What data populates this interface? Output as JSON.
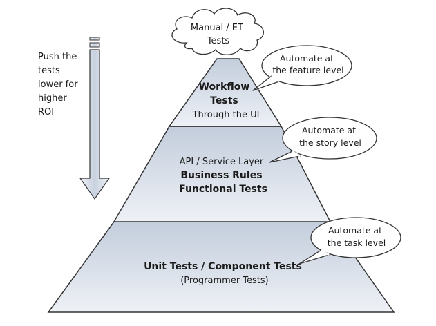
{
  "side_note": {
    "lines": [
      "Push the",
      "tests",
      "lower for",
      "higher",
      "ROI"
    ]
  },
  "cloud": {
    "lines": [
      "Manual / ET",
      "Tests"
    ]
  },
  "tiers": [
    {
      "lines": [
        {
          "text": "Workflow",
          "weight": "bold"
        },
        {
          "text": "Tests",
          "weight": "bold"
        },
        {
          "text": "Through the UI",
          "weight": "normal"
        }
      ]
    },
    {
      "lines": [
        {
          "text": "API / Service Layer",
          "weight": "normal"
        },
        {
          "text": "Business Rules",
          "weight": "bold"
        },
        {
          "text": "Functional Tests",
          "weight": "bold"
        }
      ]
    },
    {
      "lines": [
        {
          "text": "Unit Tests / Component Tests",
          "weight": "bold"
        },
        {
          "text": "(Programmer Tests)",
          "weight": "normal"
        }
      ]
    }
  ],
  "callouts": [
    {
      "lines": [
        "Automate at",
        "the feature level"
      ]
    },
    {
      "lines": [
        "Automate at",
        "the story level"
      ]
    },
    {
      "lines": [
        "Automate at",
        "the task level"
      ]
    }
  ],
  "colors": {
    "tier_fill_top": "#c3cddc",
    "tier_fill_bottom": "#eef1f6",
    "outline": "#333333",
    "arrow_fill": "#dde3ec"
  }
}
